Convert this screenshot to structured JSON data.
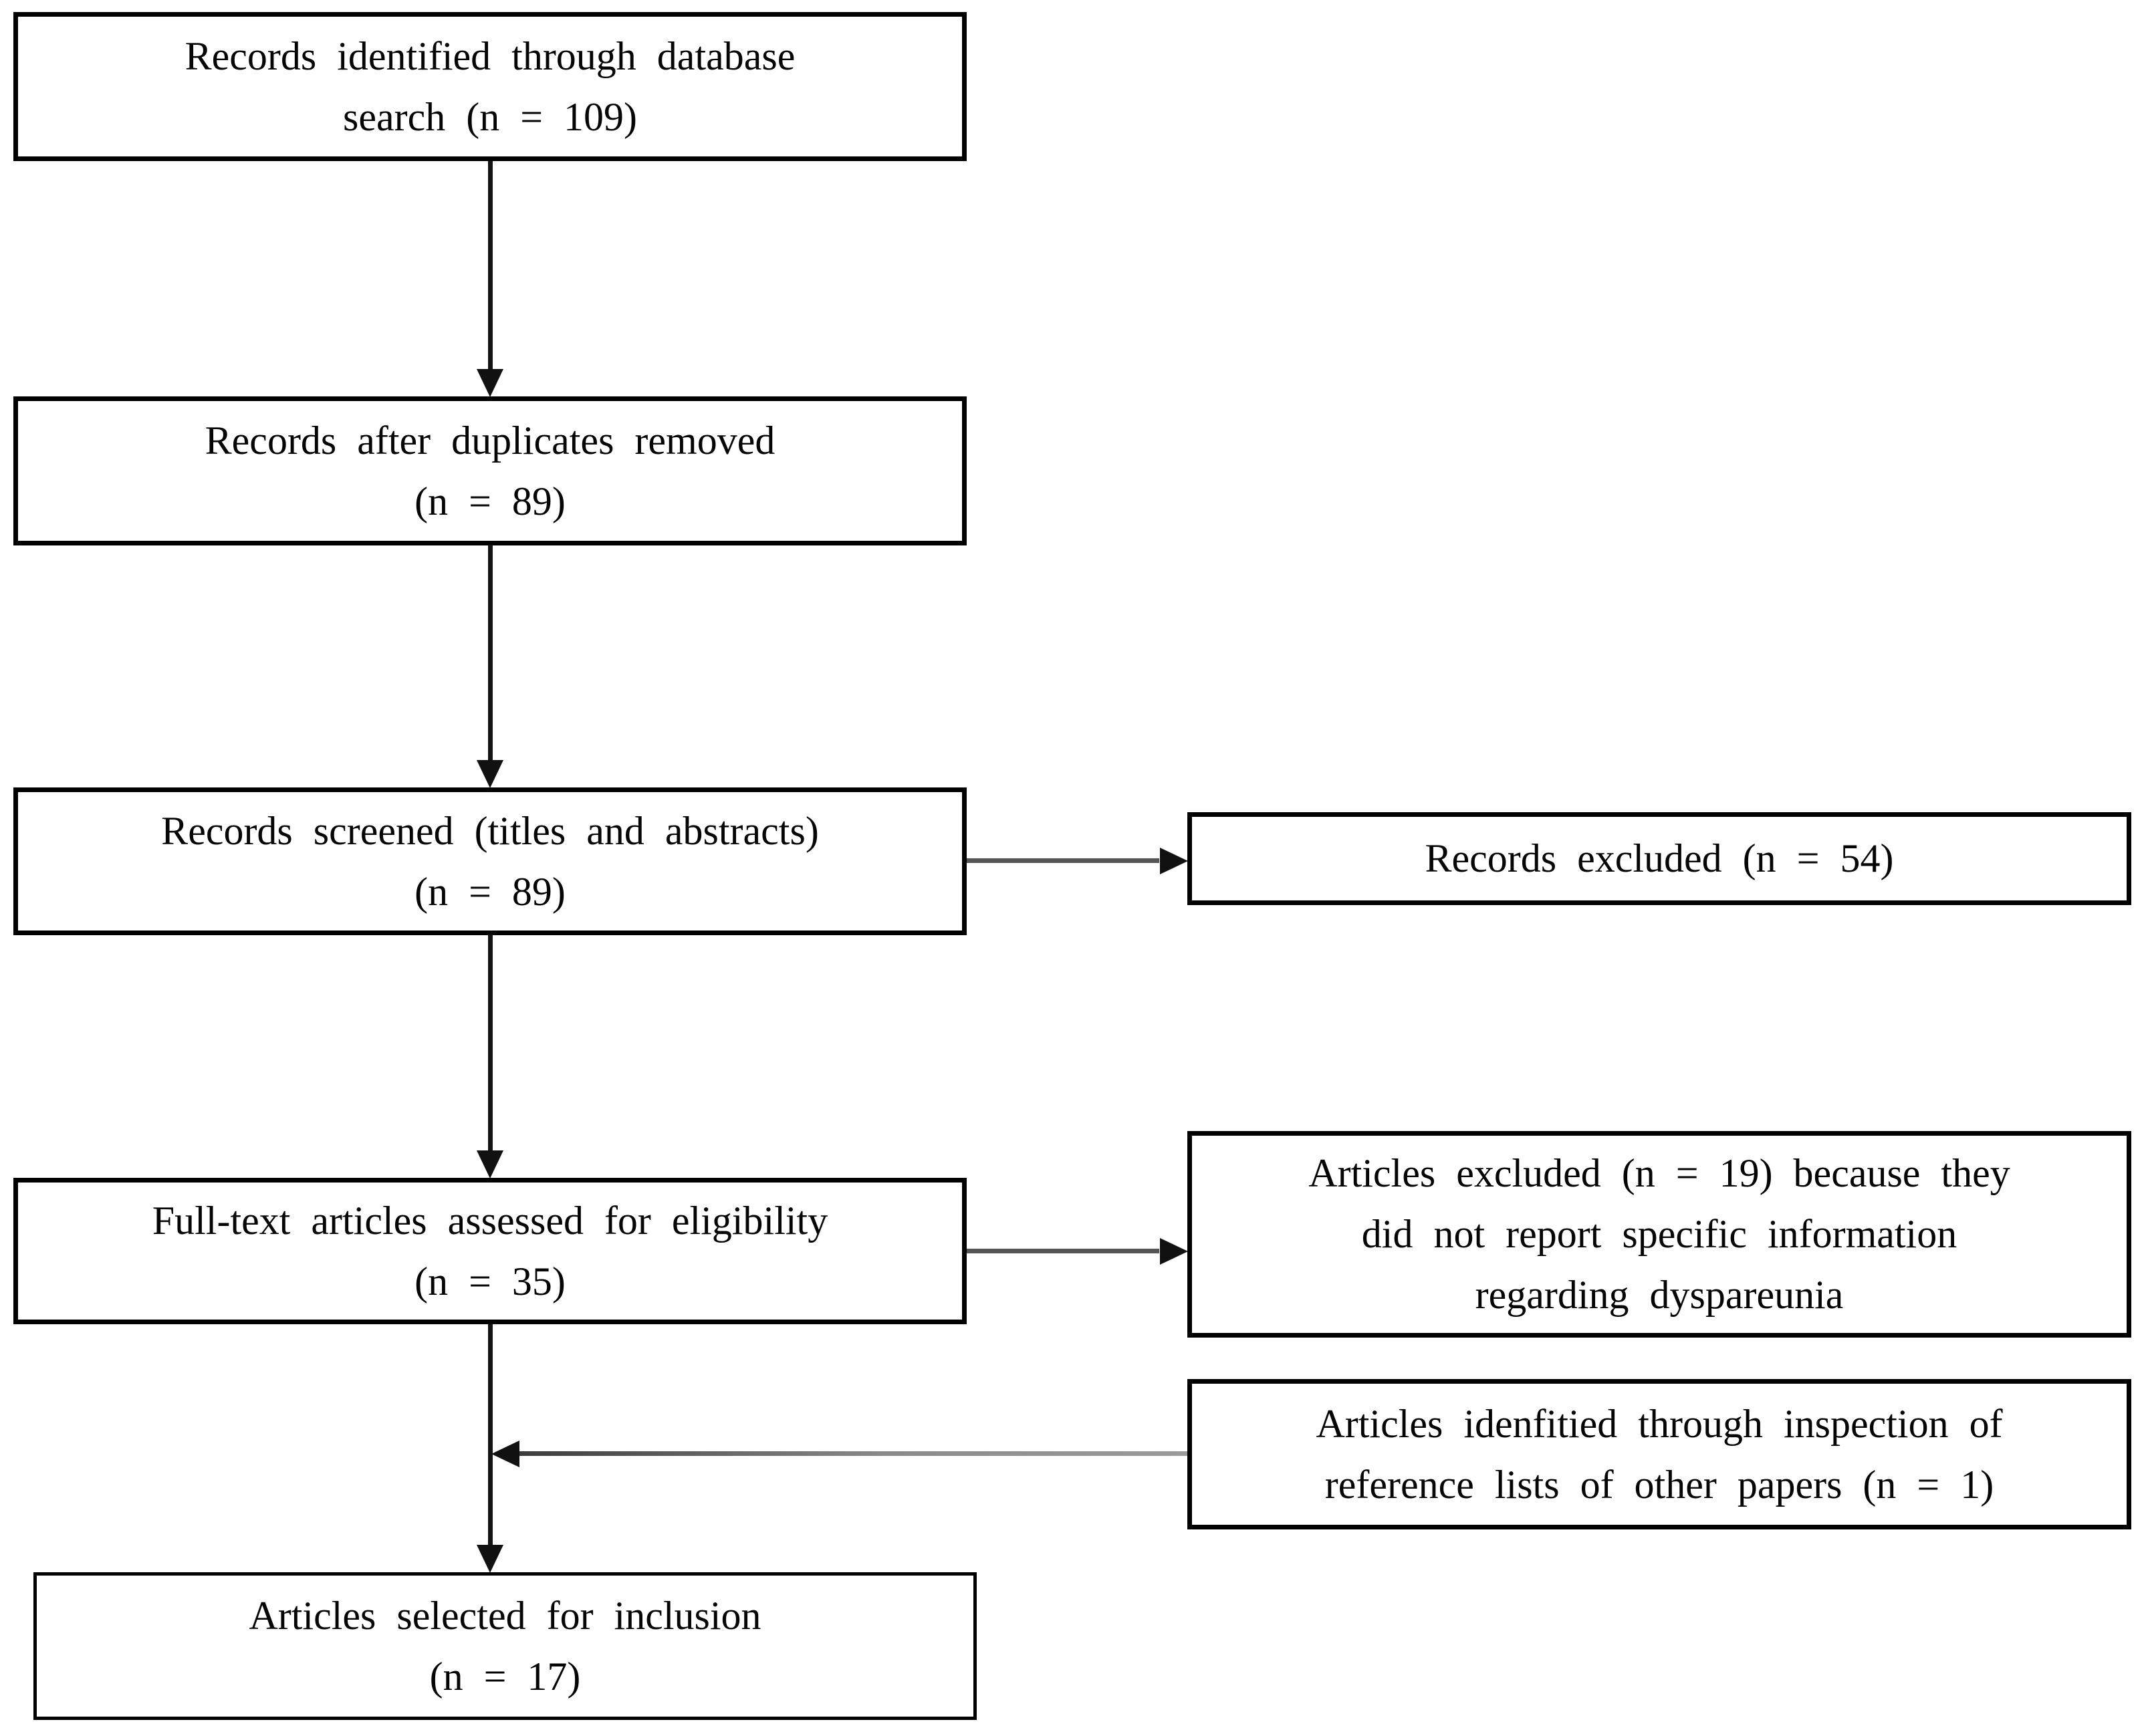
{
  "figure": {
    "kind": "flowchart",
    "background": "#ffffff",
    "colors": {
      "box_border": "#000000",
      "text": "#050505",
      "vertical_connector": "#141414",
      "horizontal_connector": "#555555",
      "arrowhead": "#111111"
    }
  },
  "boxes": {
    "records_identified": {
      "n": 109,
      "lines": [
        "Records identified through database",
        "search (n = 109)"
      ]
    },
    "duplicates_removed": {
      "n": 89,
      "lines": [
        "Records after duplicates removed",
        "(n = 89)"
      ]
    },
    "records_screened": {
      "n": 89,
      "lines": [
        "Records screened (titles and abstracts)",
        "(n = 89)"
      ]
    },
    "fulltext_assessed": {
      "n": 35,
      "lines": [
        "Full-text articles assessed for eligibility",
        "(n = 35)"
      ]
    },
    "articles_included": {
      "n": 17,
      "lines": [
        "Articles selected for inclusion",
        "(n = 17)"
      ]
    },
    "records_excluded": {
      "n": 54,
      "lines": [
        "Records excluded (n = 54)"
      ]
    },
    "articles_excluded": {
      "n": 19,
      "lines": [
        "Articles excluded (n = 19) because they",
        "did not report specific information",
        "regarding dyspareunia"
      ]
    },
    "articles_references": {
      "n": 1,
      "lines": [
        "Articles idenfitied through inspection of",
        "reference lists of other papers (n = 1)"
      ]
    }
  },
  "connectors": [
    {
      "from": "records_identified",
      "to": "duplicates_removed",
      "direction": "down"
    },
    {
      "from": "duplicates_removed",
      "to": "records_screened",
      "direction": "down"
    },
    {
      "from": "records_screened",
      "to": "records_excluded",
      "direction": "right"
    },
    {
      "from": "records_screened",
      "to": "fulltext_assessed",
      "direction": "down"
    },
    {
      "from": "fulltext_assessed",
      "to": "articles_excluded",
      "direction": "right"
    },
    {
      "from": "articles_references",
      "to": "main_flow",
      "direction": "left"
    },
    {
      "from": "fulltext_assessed",
      "to": "articles_included",
      "direction": "down"
    }
  ]
}
